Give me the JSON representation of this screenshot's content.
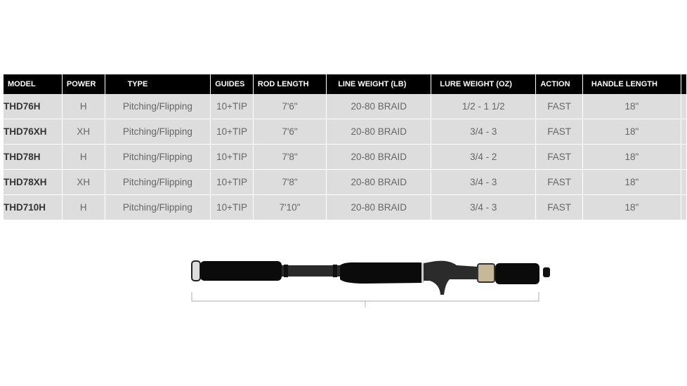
{
  "table": {
    "headers": [
      "MODEL",
      "POWER",
      "TYPE",
      "GUIDES",
      "ROD LENGTH",
      "LINE WEIGHT (LB)",
      "LURE WEIGHT (OZ)",
      "ACTION",
      "HANDLE LENGTH"
    ],
    "rows": [
      [
        "THD76H",
        "H",
        "Pitching/Flipping",
        "10+TIP",
        "7'6\"",
        "20-80 BRAID",
        "1/2 - 1 1/2",
        "FAST",
        "18\""
      ],
      [
        "THD76XH",
        "XH",
        "Pitching/Flipping",
        "10+TIP",
        "7'6\"",
        "20-80 BRAID",
        "3/4 - 3",
        "FAST",
        "18\""
      ],
      [
        "THD78H",
        "H",
        "Pitching/Flipping",
        "10+TIP",
        "7'8\"",
        "20-80 BRAID",
        "3/4 - 2",
        "FAST",
        "18\""
      ],
      [
        "THD78XH",
        "XH",
        "Pitching/Flipping",
        "10+TIP",
        "7'8\"",
        "20-80 BRAID",
        "3/4 - 3",
        "FAST",
        "18\""
      ],
      [
        "THD710H",
        "H",
        "Pitching/Flipping",
        "10+TIP",
        "7'10\"",
        "20-80 BRAID",
        "3/4 - 3",
        "FAST",
        "18\""
      ]
    ]
  },
  "colors": {
    "header_bg": "#000000",
    "cell_bg": "#dcdddc"
  }
}
